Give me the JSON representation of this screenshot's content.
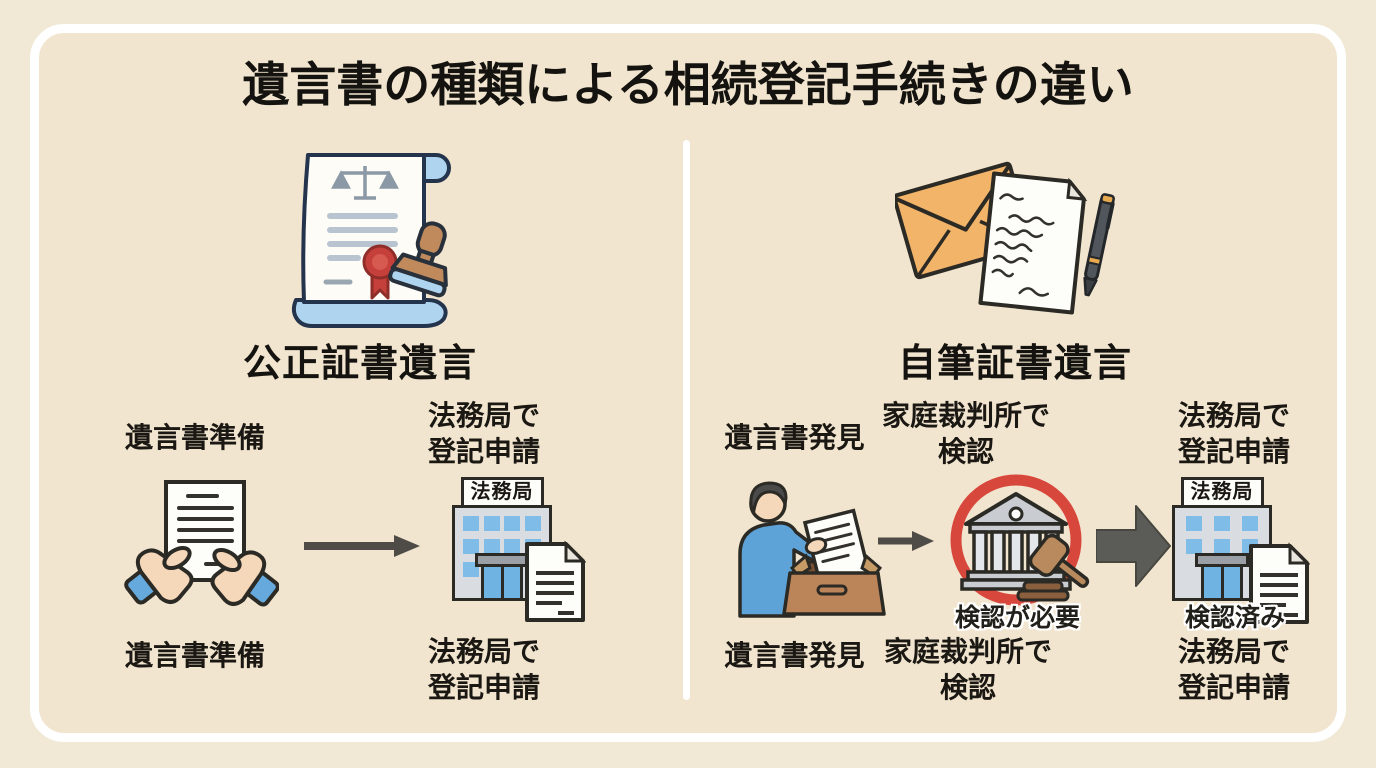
{
  "title": "遺言書の種類による相続登記手続きの違い",
  "colors": {
    "background": "#f2e8d6",
    "frame_border": "#ffffff",
    "text": "#1b1813",
    "emphasis_red": "#d8473c",
    "accent_blue": "#7fbde8",
    "envelope_orange": "#f2b469"
  },
  "left_column": {
    "heading": "公正証書遺言",
    "header_icon": "notarial-will-scroll-and-stamp-icon",
    "step1": {
      "label": "遺言書準備",
      "icon": "hands-holding-will-icon"
    },
    "step2": {
      "label_line1": "法務局で",
      "label_line2": "登記申請",
      "building_sign": "法務局",
      "icon": "legal-affairs-bureau-building-icon"
    }
  },
  "right_column": {
    "heading": "自筆証書遺言",
    "header_icon": "handwritten-will-envelope-letter-pen-icon",
    "step1": {
      "label": "遺言書発見",
      "icon": "person-finding-will-in-drawer-icon"
    },
    "step2": {
      "label_line1": "家庭裁判所で",
      "label_line2": "検認",
      "badge": "検認が必要",
      "icon": "family-court-probate-icon"
    },
    "step3": {
      "label_line1": "法務局で",
      "label_line2": "登記申請",
      "badge": "検認済み",
      "building_sign": "法務局",
      "icon": "legal-affairs-bureau-building-icon"
    }
  }
}
